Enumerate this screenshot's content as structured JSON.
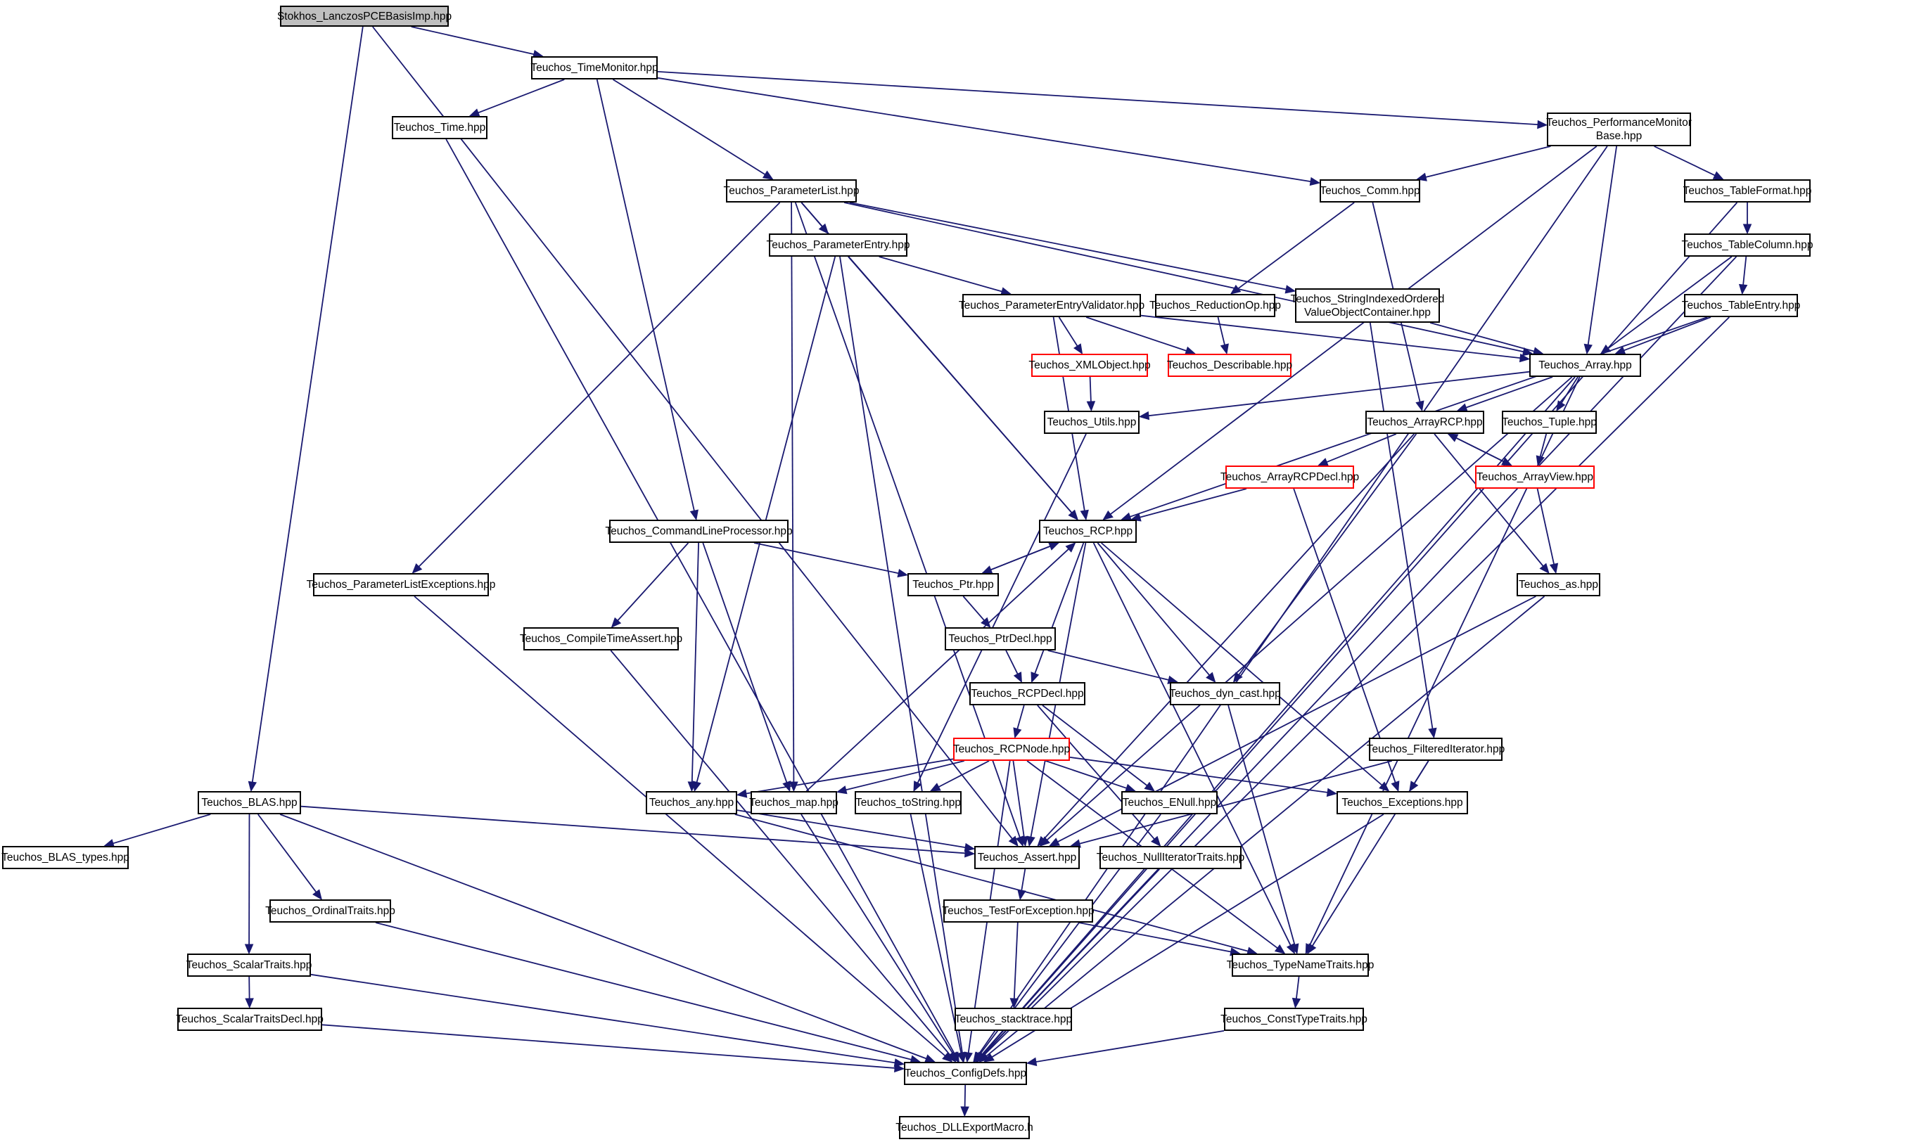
{
  "graph": {
    "edge_color": "#191970",
    "root_fill": "#bfbfbf",
    "warning_border": "#ff0000",
    "nodes": [
      {
        "id": "lanczos",
        "label": "Stokhos_LanczosPCEBasisImp.hpp",
        "style": "root"
      },
      {
        "id": "timemonitor",
        "label": "Teuchos_TimeMonitor.hpp"
      },
      {
        "id": "time",
        "label": "Teuchos_Time.hpp"
      },
      {
        "id": "perfbase",
        "label": "Teuchos_PerformanceMonitor\nBase.hpp"
      },
      {
        "id": "paramlist",
        "label": "Teuchos_ParameterList.hpp"
      },
      {
        "id": "comm",
        "label": "Teuchos_Comm.hpp"
      },
      {
        "id": "tableformat",
        "label": "Teuchos_TableFormat.hpp"
      },
      {
        "id": "paramentry",
        "label": "Teuchos_ParameterEntry.hpp"
      },
      {
        "id": "tablecolumn",
        "label": "Teuchos_TableColumn.hpp"
      },
      {
        "id": "validator",
        "label": "Teuchos_ParameterEntryValidator.hpp"
      },
      {
        "id": "reductionop",
        "label": "Teuchos_ReductionOp.hpp"
      },
      {
        "id": "stringindexed",
        "label": "Teuchos_StringIndexedOrdered\nValueObjectContainer.hpp"
      },
      {
        "id": "tableentry",
        "label": "Teuchos_TableEntry.hpp"
      },
      {
        "id": "xmlobject",
        "label": "Teuchos_XMLObject.hpp",
        "style": "warning"
      },
      {
        "id": "describable",
        "label": "Teuchos_Describable.hpp",
        "style": "warning"
      },
      {
        "id": "array",
        "label": "Teuchos_Array.hpp"
      },
      {
        "id": "utils",
        "label": "Teuchos_Utils.hpp"
      },
      {
        "id": "arrayrcp",
        "label": "Teuchos_ArrayRCP.hpp"
      },
      {
        "id": "tuple",
        "label": "Teuchos_Tuple.hpp"
      },
      {
        "id": "arrayrcpdecl",
        "label": "Teuchos_ArrayRCPDecl.hpp",
        "style": "warning"
      },
      {
        "id": "arrayview",
        "label": "Teuchos_ArrayView.hpp",
        "style": "warning"
      },
      {
        "id": "cmdline",
        "label": "Teuchos_CommandLineProcessor.hpp"
      },
      {
        "id": "rcp",
        "label": "Teuchos_RCP.hpp"
      },
      {
        "id": "plexceptions",
        "label": "Teuchos_ParameterListExceptions.hpp"
      },
      {
        "id": "ptr",
        "label": "Teuchos_Ptr.hpp"
      },
      {
        "id": "as",
        "label": "Teuchos_as.hpp"
      },
      {
        "id": "compiletimeassert",
        "label": "Teuchos_CompileTimeAssert.hpp"
      },
      {
        "id": "ptrdecl",
        "label": "Teuchos_PtrDecl.hpp"
      },
      {
        "id": "rcpdecl",
        "label": "Teuchos_RCPDecl.hpp"
      },
      {
        "id": "dyncast",
        "label": "Teuchos_dyn_cast.hpp"
      },
      {
        "id": "rcpnode",
        "label": "Teuchos_RCPNode.hpp",
        "style": "warning"
      },
      {
        "id": "filtered",
        "label": "Teuchos_FilteredIterator.hpp"
      },
      {
        "id": "blas",
        "label": "Teuchos_BLAS.hpp"
      },
      {
        "id": "any",
        "label": "Teuchos_any.hpp"
      },
      {
        "id": "map",
        "label": "Teuchos_map.hpp"
      },
      {
        "id": "tostring",
        "label": "Teuchos_toString.hpp"
      },
      {
        "id": "enull",
        "label": "Teuchos_ENull.hpp"
      },
      {
        "id": "exceptions",
        "label": "Teuchos_Exceptions.hpp"
      },
      {
        "id": "blastypes",
        "label": "Teuchos_BLAS_types.hpp"
      },
      {
        "id": "assert",
        "label": "Teuchos_Assert.hpp"
      },
      {
        "id": "nulliter",
        "label": "Teuchos_NullIteratorTraits.hpp"
      },
      {
        "id": "ordinal",
        "label": "Teuchos_OrdinalTraits.hpp"
      },
      {
        "id": "testforexc",
        "label": "Teuchos_TestForException.hpp"
      },
      {
        "id": "scalartraits",
        "label": "Teuchos_ScalarTraits.hpp"
      },
      {
        "id": "typename",
        "label": "Teuchos_TypeNameTraits.hpp"
      },
      {
        "id": "scalardecl",
        "label": "Teuchos_ScalarTraitsDecl.hpp"
      },
      {
        "id": "stacktrace",
        "label": "Teuchos_stacktrace.hpp"
      },
      {
        "id": "consttype",
        "label": "Teuchos_ConstTypeTraits.hpp"
      },
      {
        "id": "configdefs",
        "label": "Teuchos_ConfigDefs.hpp"
      },
      {
        "id": "dllexport",
        "label": "Teuchos_DLLExportMacro.h"
      }
    ],
    "edges": [
      [
        "lanczos",
        "timemonitor"
      ],
      [
        "lanczos",
        "blas"
      ],
      [
        "lanczos",
        "assert"
      ],
      [
        "timemonitor",
        "time"
      ],
      [
        "timemonitor",
        "perfbase"
      ],
      [
        "timemonitor",
        "paramlist"
      ],
      [
        "timemonitor",
        "comm"
      ],
      [
        "timemonitor",
        "cmdline"
      ],
      [
        "time",
        "configdefs"
      ],
      [
        "perfbase",
        "comm"
      ],
      [
        "perfbase",
        "tableformat"
      ],
      [
        "perfbase",
        "array"
      ],
      [
        "perfbase",
        "rcp"
      ],
      [
        "perfbase",
        "configdefs"
      ],
      [
        "paramlist",
        "paramentry"
      ],
      [
        "paramlist",
        "plexceptions"
      ],
      [
        "paramlist",
        "stringindexed"
      ],
      [
        "paramlist",
        "array"
      ],
      [
        "paramlist",
        "rcp"
      ],
      [
        "paramlist",
        "map"
      ],
      [
        "paramlist",
        "assert"
      ],
      [
        "comm",
        "reductionop"
      ],
      [
        "comm",
        "arrayrcp"
      ],
      [
        "tableformat",
        "tablecolumn"
      ],
      [
        "tableformat",
        "configdefs"
      ],
      [
        "paramentry",
        "validator"
      ],
      [
        "paramentry",
        "any"
      ],
      [
        "paramentry",
        "rcp"
      ],
      [
        "paramentry",
        "configdefs"
      ],
      [
        "tablecolumn",
        "tableentry"
      ],
      [
        "tablecolumn",
        "array"
      ],
      [
        "tablecolumn",
        "configdefs"
      ],
      [
        "validator",
        "xmlobject"
      ],
      [
        "validator",
        "describable"
      ],
      [
        "validator",
        "array"
      ],
      [
        "validator",
        "rcp"
      ],
      [
        "reductionop",
        "describable"
      ],
      [
        "stringindexed",
        "array"
      ],
      [
        "stringindexed",
        "filtered"
      ],
      [
        "tableentry",
        "array"
      ],
      [
        "tableentry",
        "rcp"
      ],
      [
        "tableentry",
        "configdefs"
      ],
      [
        "xmlobject",
        "utils"
      ],
      [
        "array",
        "utils"
      ],
      [
        "array",
        "arrayrcp"
      ],
      [
        "array",
        "tuple"
      ],
      [
        "array",
        "assert"
      ],
      [
        "array",
        "typename"
      ],
      [
        "array",
        "configdefs"
      ],
      [
        "utils",
        "tostring"
      ],
      [
        "arrayrcp",
        "arrayrcpdecl"
      ],
      [
        "arrayrcp",
        "arrayview"
      ],
      [
        "arrayrcp",
        "as"
      ],
      [
        "arrayrcp",
        "dyncast"
      ],
      [
        "arrayrcp",
        "assert"
      ],
      [
        "tuple",
        "arrayview"
      ],
      [
        "arrayrcpdecl",
        "rcp"
      ],
      [
        "arrayrcpdecl",
        "exceptions"
      ],
      [
        "arrayview",
        "arrayrcp"
      ],
      [
        "arrayview",
        "as"
      ],
      [
        "cmdline",
        "ptr"
      ],
      [
        "cmdline",
        "compiletimeassert"
      ],
      [
        "cmdline",
        "any"
      ],
      [
        "cmdline",
        "map"
      ],
      [
        "rcp",
        "ptr"
      ],
      [
        "rcp",
        "rcpdecl"
      ],
      [
        "rcp",
        "dyncast"
      ],
      [
        "rcp",
        "exceptions"
      ],
      [
        "rcp",
        "assert"
      ],
      [
        "rcp",
        "typename"
      ],
      [
        "plexceptions",
        "configdefs"
      ],
      [
        "ptr",
        "rcp"
      ],
      [
        "ptr",
        "ptrdecl"
      ],
      [
        "as",
        "assert"
      ],
      [
        "as",
        "configdefs"
      ],
      [
        "compiletimeassert",
        "configdefs"
      ],
      [
        "ptrdecl",
        "rcpdecl"
      ],
      [
        "ptrdecl",
        "dyncast"
      ],
      [
        "rcpdecl",
        "rcpnode"
      ],
      [
        "rcpdecl",
        "enull"
      ],
      [
        "rcpdecl",
        "nulliter"
      ],
      [
        "dyncast",
        "typename"
      ],
      [
        "rcpnode",
        "any"
      ],
      [
        "rcpnode",
        "map"
      ],
      [
        "rcpnode",
        "tostring"
      ],
      [
        "rcpnode",
        "enull"
      ],
      [
        "rcpnode",
        "exceptions"
      ],
      [
        "rcpnode",
        "assert"
      ],
      [
        "rcpnode",
        "typename"
      ],
      [
        "rcpnode",
        "configdefs"
      ],
      [
        "filtered",
        "exceptions"
      ],
      [
        "filtered",
        "assert"
      ],
      [
        "filtered",
        "typename"
      ],
      [
        "blas",
        "blastypes"
      ],
      [
        "blas",
        "ordinal"
      ],
      [
        "blas",
        "scalartraits"
      ],
      [
        "blas",
        "assert"
      ],
      [
        "blas",
        "configdefs"
      ],
      [
        "any",
        "assert"
      ],
      [
        "any",
        "typename"
      ],
      [
        "map",
        "rcp"
      ],
      [
        "map",
        "configdefs"
      ],
      [
        "tostring",
        "configdefs"
      ],
      [
        "enull",
        "configdefs"
      ],
      [
        "exceptions",
        "configdefs"
      ],
      [
        "assert",
        "testforexc"
      ],
      [
        "nulliter",
        "configdefs"
      ],
      [
        "ordinal",
        "configdefs"
      ],
      [
        "testforexc",
        "stacktrace"
      ],
      [
        "testforexc",
        "typename"
      ],
      [
        "scalartraits",
        "scalardecl"
      ],
      [
        "scalartraits",
        "configdefs"
      ],
      [
        "typename",
        "consttype"
      ],
      [
        "scalardecl",
        "configdefs"
      ],
      [
        "stacktrace",
        "configdefs"
      ],
      [
        "consttype",
        "configdefs"
      ],
      [
        "configdefs",
        "dllexport"
      ]
    ]
  }
}
